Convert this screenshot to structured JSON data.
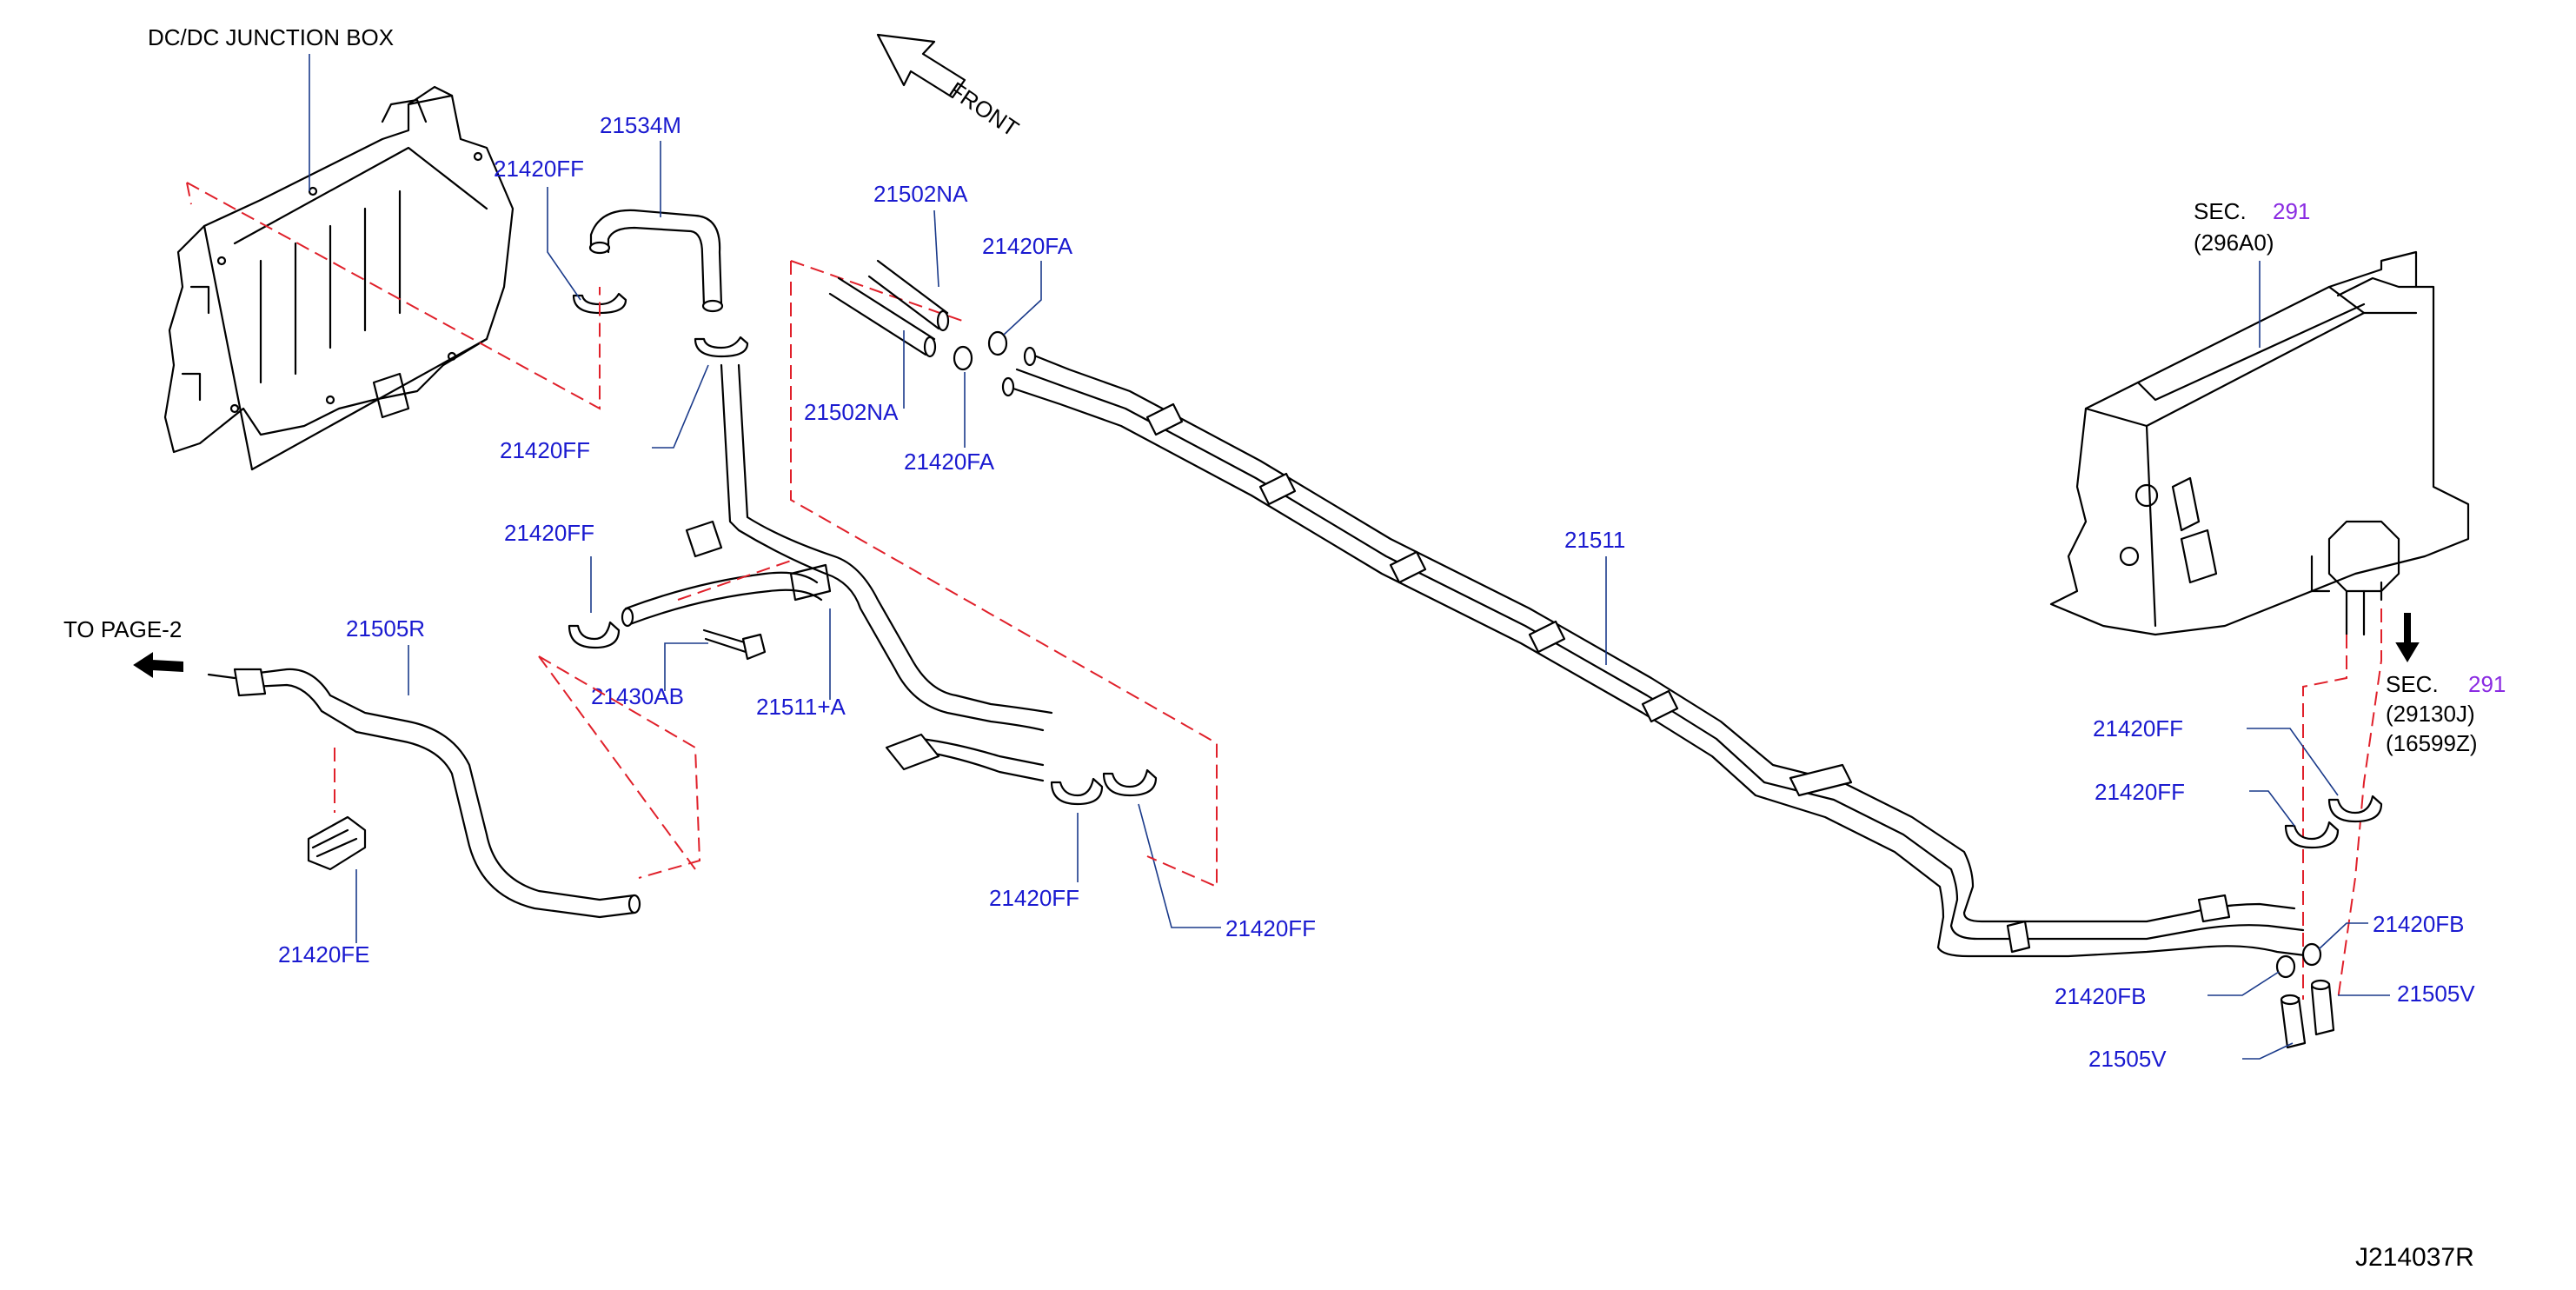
{
  "diagram": {
    "drawing_id": "J214037R",
    "direction_label": "FRONT",
    "components": {
      "dcdc_junction_box": "DC/DC   JUNCTION   BOX",
      "to_page": "TO   PAGE-2",
      "sec_top_prefix": "SEC.",
      "sec_top_number": "291",
      "sec_top_ref": "(296A0)",
      "sec_bottom_prefix": "SEC.",
      "sec_bottom_number": "291",
      "sec_bottom_ref1": "(29130J)",
      "sec_bottom_ref2": "(16599Z)"
    },
    "part_labels": {
      "p21534M": "21534M",
      "p21420FF_a": "21420FF",
      "p21420FF_b": "21420FF",
      "p21420FF_c": "21420FF",
      "p21420FF_d": "21420FF",
      "p21420FF_e": "21420FF",
      "p21420FF_f": "21420FF",
      "p21420FF_g": "21420FF",
      "p21502NA_a": "21502NA",
      "p21502NA_b": "21502NA",
      "p21420FA_a": "21420FA",
      "p21420FA_b": "21420FA",
      "p21505R": "21505R",
      "p21430AB": "21430AB",
      "p21511A": "21511+A",
      "p21511": "21511",
      "p21420FE": "21420FE",
      "p21420FB_a": "21420FB",
      "p21420FB_b": "21420FB",
      "p21505V_a": "21505V",
      "p21505V_b": "21505V"
    }
  }
}
